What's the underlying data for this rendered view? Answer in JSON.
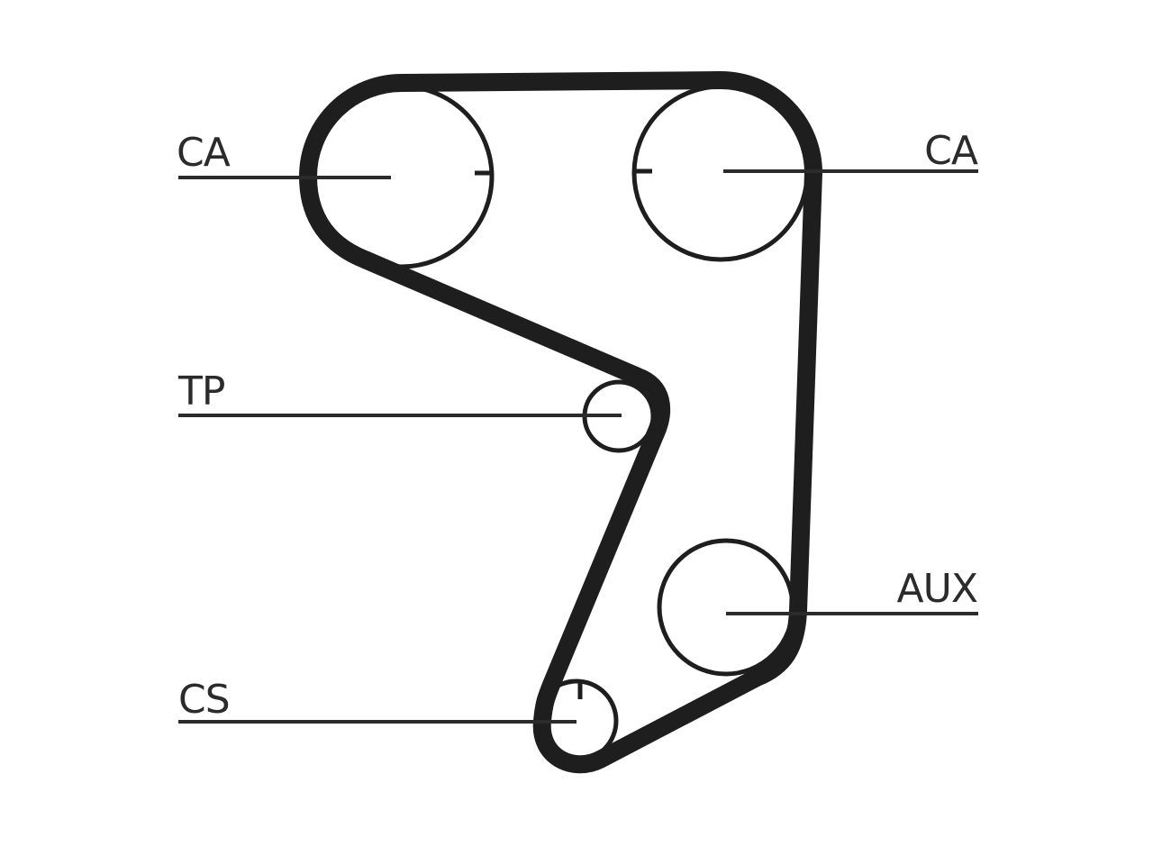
{
  "diagram": {
    "labels": {
      "camshaft_left": "CA",
      "camshaft_right": "CA",
      "tensioner": "TP",
      "auxiliary": "AUX",
      "crankshaft": "CS"
    },
    "colors": {
      "line": "#1e1e1e",
      "text": "#2b2b2b",
      "background": "#ffffff"
    }
  }
}
